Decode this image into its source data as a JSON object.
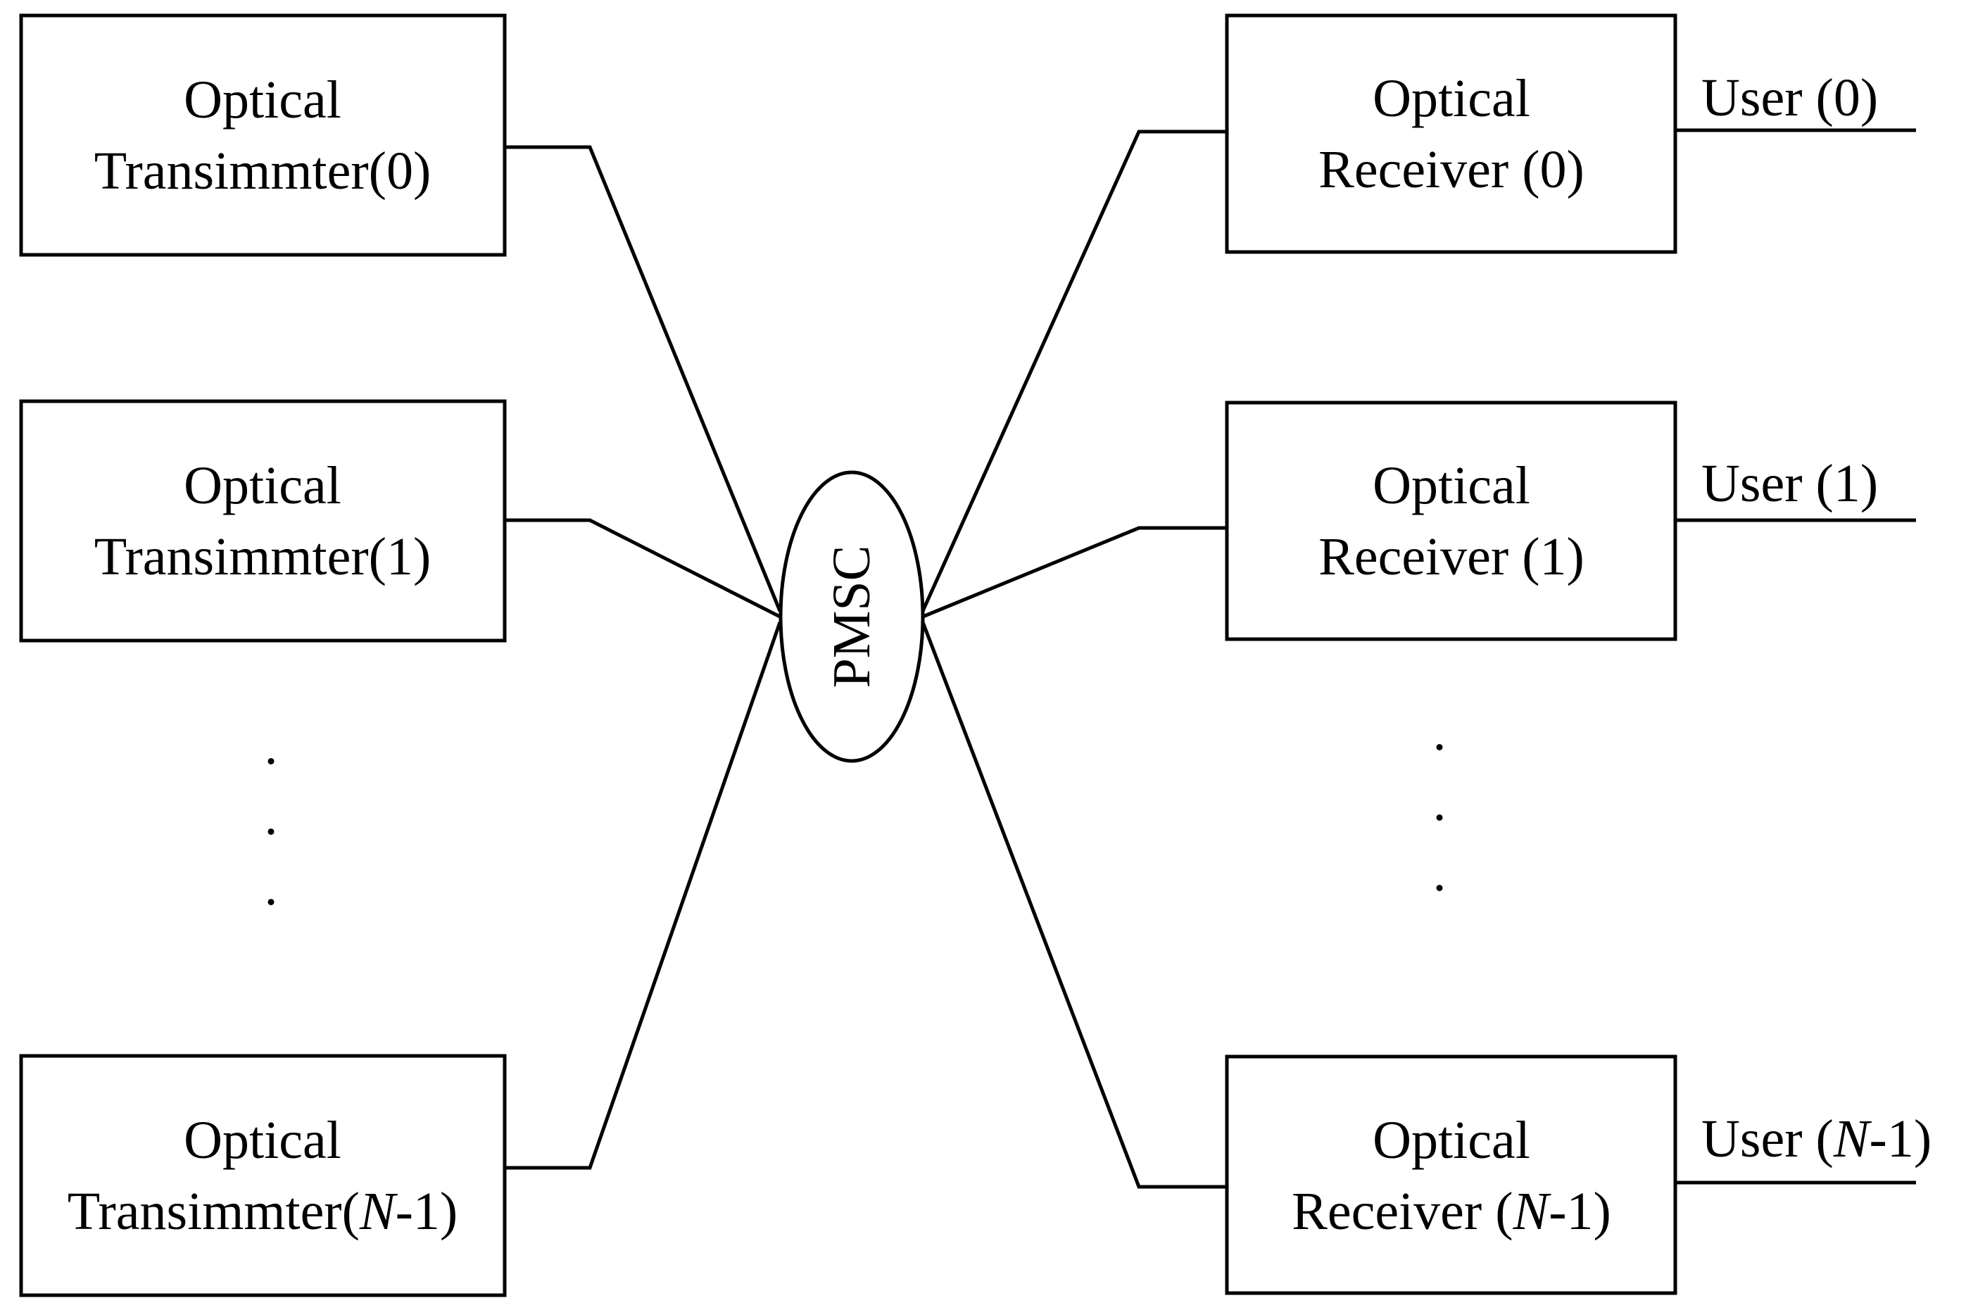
{
  "colors": {
    "background": "#ffffff",
    "stroke": "#000000",
    "text": "#000000"
  },
  "hub": {
    "label": "PMSC"
  },
  "transmitters": [
    {
      "line1": "Optical",
      "line2_pre": "Transimmter(",
      "line2_var": "",
      "line2_post": "0)"
    },
    {
      "line1": "Optical",
      "line2_pre": "Transimmter(",
      "line2_var": "",
      "line2_post": "1)"
    },
    {
      "line1": "Optical",
      "line2_pre": "Transimmter(",
      "line2_var": "N",
      "line2_post": "-1)"
    }
  ],
  "receivers": [
    {
      "line1": "Optical",
      "line2_pre": "Receiver (",
      "line2_var": "",
      "line2_post": "0)"
    },
    {
      "line1": "Optical",
      "line2_pre": "Receiver (",
      "line2_var": "",
      "line2_post": "1)"
    },
    {
      "line1": "Optical",
      "line2_pre": "Receiver (",
      "line2_var": "N",
      "line2_post": "-1)"
    }
  ],
  "users": [
    {
      "pre": "User (",
      "var": "",
      "post": "0)"
    },
    {
      "pre": "User (",
      "var": "",
      "post": "1)"
    },
    {
      "pre": "User (",
      "var": "N",
      "post": "-1)"
    }
  ],
  "ellipsis": {
    "transmitter_dots": [
      ".",
      ".",
      "."
    ],
    "receiver_dots": [
      ".",
      ".",
      "."
    ]
  }
}
